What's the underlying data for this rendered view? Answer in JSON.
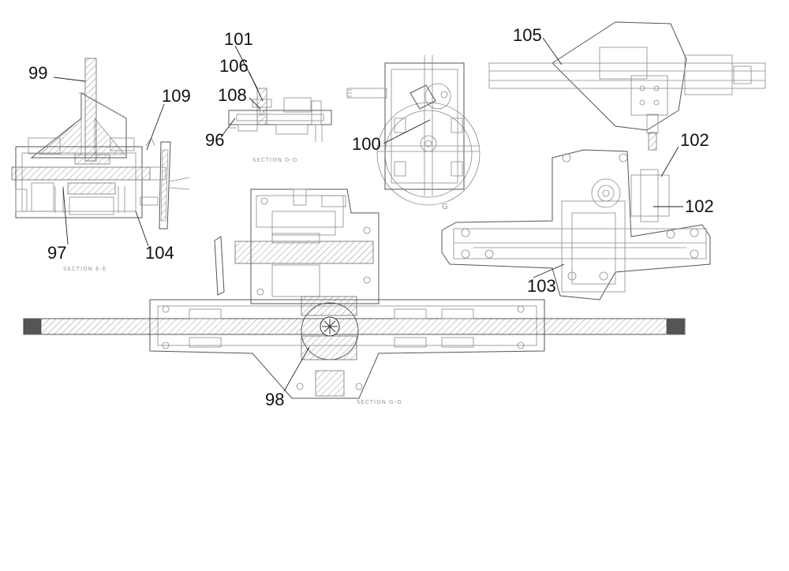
{
  "reference_numerals": {
    "n99": "99",
    "n101": "101",
    "n106": "106",
    "n108": "108",
    "n96": "96",
    "n109": "109",
    "n97": "97",
    "n104": "104",
    "n100": "100",
    "n105": "105",
    "n102_upper": "102",
    "n102_lower": "102",
    "n103": "103",
    "n98": "98"
  },
  "captions": {
    "section_ee": "SECTION E-E",
    "section_dd": "SECTION D-D",
    "section_gg": "SECTION G-G",
    "view_g": "G"
  },
  "colors": {
    "line": "#8a8a8a",
    "hatch": "#777777",
    "label": "#111111",
    "caption": "#9a9a9a"
  }
}
